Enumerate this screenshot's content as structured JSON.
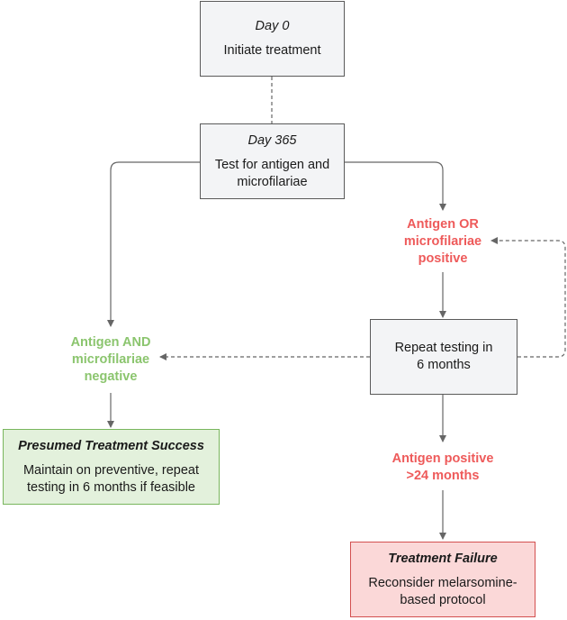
{
  "colors": {
    "connector": "#666666",
    "positive_text": "#ee5a5a",
    "negative_text": "#8bc56e",
    "success_fill": "#e3f1dc",
    "failure_fill": "#fbd8d8",
    "neutral_fill": "#f3f4f6"
  },
  "nodes": {
    "day0": {
      "heading": "Day 0",
      "body": "Initiate treatment"
    },
    "day365": {
      "heading": "Day 365",
      "body": "Test for antigen and\nmicrofilariae"
    },
    "repeat": {
      "body": "Repeat testing in\n6 months"
    },
    "success": {
      "heading": "Presumed Treatment Success",
      "body": "Maintain on preventive, repeat\ntesting in 6 months if feasible"
    },
    "failure": {
      "heading": "Treatment Failure",
      "body": "Reconsider melarsomine-\nbased protocol"
    }
  },
  "labels": {
    "positive": "Antigen OR\nmicrofilariae\npositive",
    "negative": "Antigen AND\nmicrofilariae\nnegative",
    "persistent": "Antigen positive\n>24 months"
  }
}
